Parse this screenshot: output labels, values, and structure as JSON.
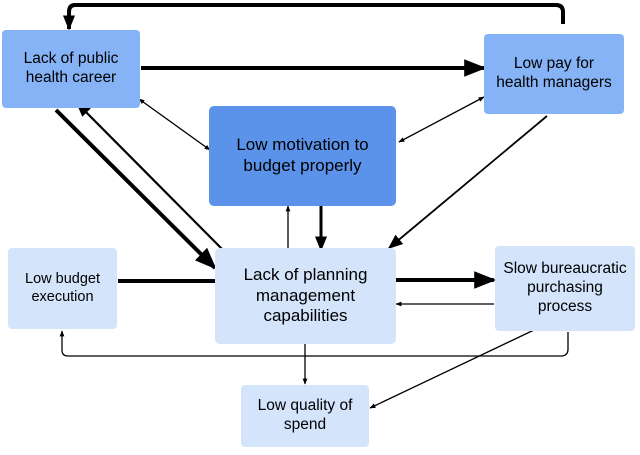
{
  "colors": {
    "primary_box": "#5b93ea",
    "secondary_box": "#85b3f5",
    "light_box": "#d3e4fb",
    "arrow": "#000000"
  },
  "nodes": {
    "public_health_career": "Lack of public\nhealth career",
    "low_pay": "Low pay for\nhealth managers",
    "low_motivation": "Low motivation to\nbudget properly",
    "low_budget_execution": "Low budget\nexecution",
    "planning_capabilities": "Lack of planning\nmanagement\ncapabilities",
    "slow_purchasing": "Slow bureaucratic\npurchasing\nprocess",
    "low_quality_spend": "Low quality of\nspend"
  }
}
